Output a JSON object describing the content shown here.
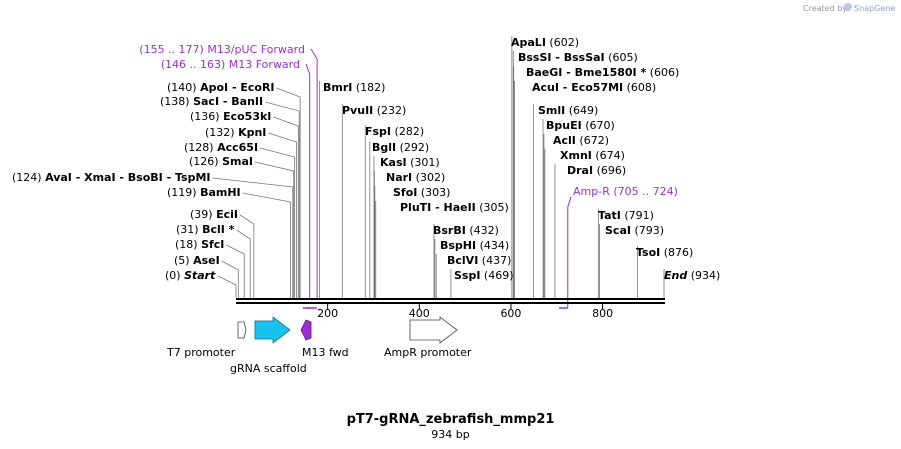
{
  "credit": {
    "text": "Created by",
    "brand": "SnapGene"
  },
  "plasmid": {
    "name": "pT7-gRNA_zebrafish_mmp21",
    "length_label": "934 bp",
    "length": 934
  },
  "axis_ticks": [
    "200",
    "400",
    "600",
    "800"
  ],
  "sites": [
    {
      "pos": "(0)",
      "names": [
        "Start"
      ],
      "loc": 0,
      "italic": true
    },
    {
      "pos": "(5)",
      "names": [
        "AseI"
      ],
      "loc": 5
    },
    {
      "pos": "(18)",
      "names": [
        "SfcI"
      ],
      "loc": 18
    },
    {
      "pos": "(31)",
      "names": [
        "BclI *"
      ],
      "loc": 31
    },
    {
      "pos": "(39)",
      "names": [
        "EciI"
      ],
      "loc": 39
    },
    {
      "pos": "(119)",
      "names": [
        "BamHI"
      ],
      "loc": 119
    },
    {
      "pos": "(124)",
      "names": [
        "AvaI",
        "XmaI",
        "BsoBI",
        "TspMI"
      ],
      "loc": 124
    },
    {
      "pos": "(126)",
      "names": [
        "SmaI"
      ],
      "loc": 126
    },
    {
      "pos": "(128)",
      "names": [
        "Acc65I"
      ],
      "loc": 128
    },
    {
      "pos": "(132)",
      "names": [
        "KpnI"
      ],
      "loc": 132
    },
    {
      "pos": "(136)",
      "names": [
        "Eco53kI"
      ],
      "loc": 136
    },
    {
      "pos": "(138)",
      "names": [
        "SacI",
        "BanII"
      ],
      "loc": 138
    },
    {
      "pos": "(140)",
      "names": [
        "ApoI",
        "EcoRI"
      ],
      "loc": 140
    },
    {
      "pos": "(182)",
      "names": [
        "BmrI"
      ],
      "loc": 182
    },
    {
      "pos": "(232)",
      "names": [
        "PvuII"
      ],
      "loc": 232
    },
    {
      "pos": "(282)",
      "names": [
        "FspI"
      ],
      "loc": 282
    },
    {
      "pos": "(292)",
      "names": [
        "BglI"
      ],
      "loc": 292
    },
    {
      "pos": "(301)",
      "names": [
        "KasI"
      ],
      "loc": 301
    },
    {
      "pos": "(302)",
      "names": [
        "NarI"
      ],
      "loc": 302
    },
    {
      "pos": "(303)",
      "names": [
        "SfoI"
      ],
      "loc": 303
    },
    {
      "pos": "(305)",
      "names": [
        "PluTI",
        "HaeII"
      ],
      "loc": 305
    },
    {
      "pos": "(432)",
      "names": [
        "BsrBI"
      ],
      "loc": 432
    },
    {
      "pos": "(434)",
      "names": [
        "BspHI"
      ],
      "loc": 434
    },
    {
      "pos": "(437)",
      "names": [
        "BclVI"
      ],
      "loc": 437
    },
    {
      "pos": "(469)",
      "names": [
        "SspI"
      ],
      "loc": 469
    },
    {
      "pos": "(602)",
      "names": [
        "ApaLI"
      ],
      "loc": 602
    },
    {
      "pos": "(605)",
      "names": [
        "BssSI",
        "BssSaI"
      ],
      "loc": 605
    },
    {
      "pos": "(606)",
      "names": [
        "BaeGI",
        "Bme1580I *"
      ],
      "loc": 606
    },
    {
      "pos": "(608)",
      "names": [
        "AcuI",
        "Eco57MI"
      ],
      "loc": 608
    },
    {
      "pos": "(649)",
      "names": [
        "SmlI"
      ],
      "loc": 649
    },
    {
      "pos": "(670)",
      "names": [
        "BpuEI"
      ],
      "loc": 670
    },
    {
      "pos": "(672)",
      "names": [
        "AclI"
      ],
      "loc": 672
    },
    {
      "pos": "(674)",
      "names": [
        "XmnI"
      ],
      "loc": 674
    },
    {
      "pos": "(696)",
      "names": [
        "DraI"
      ],
      "loc": 696
    },
    {
      "pos": "(791)",
      "names": [
        "TatI"
      ],
      "loc": 791
    },
    {
      "pos": "(793)",
      "names": [
        "ScaI"
      ],
      "loc": 793
    },
    {
      "pos": "(876)",
      "names": [
        "TsoI"
      ],
      "loc": 876
    },
    {
      "pos": "(934)",
      "names": [
        "End"
      ],
      "loc": 934,
      "italic": true
    }
  ],
  "primers": [
    {
      "range": "(155 .. 177)",
      "name": "M13/pUC Forward",
      "start": 155,
      "end": 177
    },
    {
      "range": "(146 .. 163)",
      "name": "M13 Forward",
      "start": 146,
      "end": 163
    },
    {
      "range": "(705 .. 724)",
      "name": "Amp-R",
      "start": 705,
      "end": 724
    }
  ],
  "features": [
    {
      "name": "T7 promoter",
      "color": "#ffffff"
    },
    {
      "name": "gRNA scaffold",
      "color": "#19c3f0"
    },
    {
      "name": "M13 fwd",
      "color": "#9b2fd4"
    },
    {
      "name": "AmpR promoter",
      "color": "#ffffff"
    }
  ],
  "colors": {
    "primer": "#9b2fd4",
    "feature_blue": "#19c3f0",
    "backbone": "#000000"
  }
}
